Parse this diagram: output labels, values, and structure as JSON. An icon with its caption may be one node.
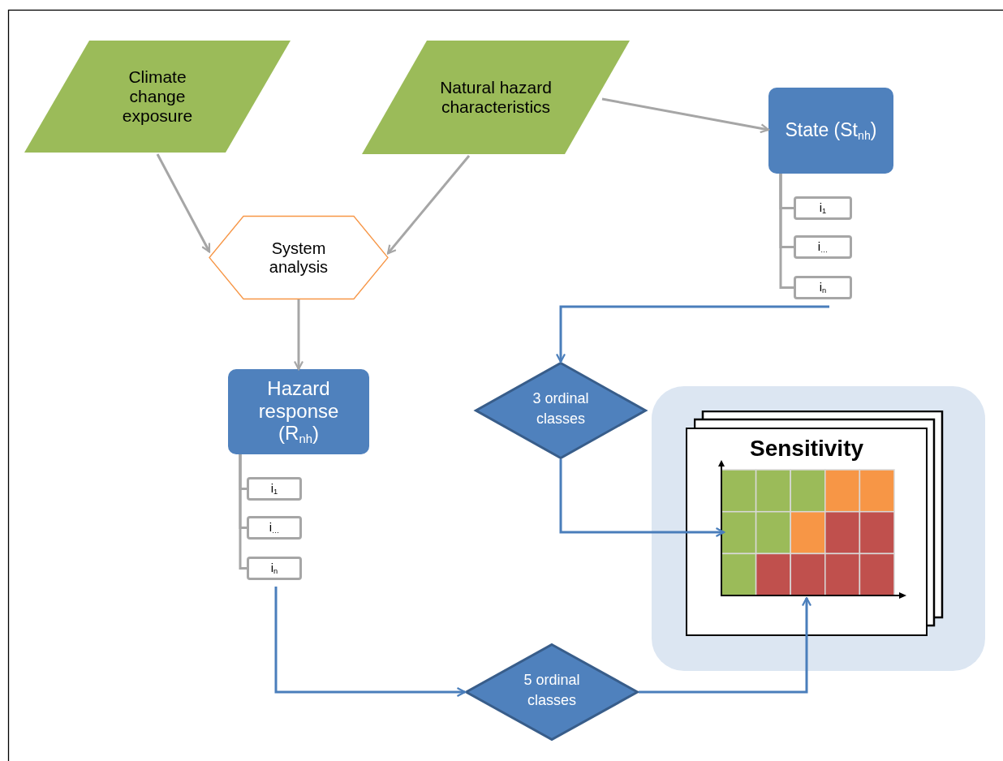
{
  "diagram": {
    "nodes": [
      {
        "text": [
          "Climate change exposure"
        ]
      },
      {
        "text": [
          "Natural hazard characteristics"
        ]
      },
      {
        "text": [
          "State (St$_{nh}$)"
        ]
      },
      {
        "text": [
          "i$_{1}$"
        ]
      },
      {
        "text": [
          "i$_{…}$"
        ]
      },
      {
        "text": [
          "i$_{n}$"
        ]
      },
      {
        "text": [
          "System analysis"
        ]
      },
      {
        "text": [
          "Hazard response (R$_{nh}$)"
        ]
      },
      {
        "text": [
          "i$_{1}$"
        ]
      },
      {
        "text": [
          "i$_{…}$"
        ]
      },
      {
        "text": [
          "i$_{n}$"
        ]
      },
      {
        "text": [
          "3 ordinal classes"
        ]
      },
      {
        "text": [],
        "shape": "box"
      },
      {
        "text": [
          "Sensitivity"
        ],
        "in": 12
      },
      {
        "text": [],
        "shape": "picture",
        "in": 13
      },
      {
        "text": [
          "5 ordinal classes"
        ]
      }
    ],
    "edges": [
      {
        "from": 0,
        "to": 6,
        "arrow": "to"
      },
      {
        "from": 1,
        "to": 6,
        "arrow": "to"
      },
      {
        "from": 1,
        "to": 2,
        "arrow": "to"
      },
      {
        "from": 6,
        "to": 7,
        "arrow": "to"
      },
      {
        "from": 2,
        "to": 3,
        "arrow": "none"
      },
      {
        "from": 2,
        "to": 4,
        "arrow": "none"
      },
      {
        "from": 2,
        "to": 5,
        "arrow": "none"
      },
      {
        "from": 7,
        "to": 8,
        "arrow": "none"
      },
      {
        "from": 7,
        "to": 9,
        "arrow": "none"
      },
      {
        "from": 7,
        "to": 10,
        "arrow": "none"
      },
      {
        "from": 5,
        "to": 11,
        "arrow": "to",
        "color": "#4a7ebb"
      },
      {
        "from": 11,
        "to": 14,
        "arrow": "to",
        "color": "#4a7ebb"
      },
      {
        "from": 10,
        "to": 15,
        "arrow": "to",
        "color": "#4a7ebb"
      },
      {
        "from": 15,
        "to": 14,
        "arrow": "to",
        "color": "#4a7ebb"
      }
    ]
  }
}
